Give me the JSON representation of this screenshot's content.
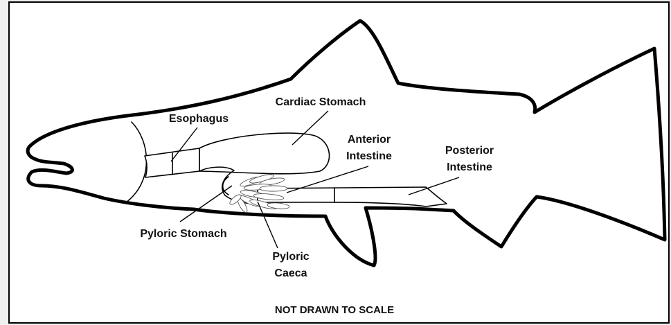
{
  "diagram": {
    "labels": {
      "esophagus": "Esophagus",
      "cardiac_stomach": "Cardiac Stomach",
      "anterior_intestine_1": "Anterior",
      "anterior_intestine_2": "Intestine",
      "posterior_intestine_1": "Posterior",
      "posterior_intestine_2": "Intestine",
      "pyloric_stomach": "Pyloric Stomach",
      "pyloric_caeca_1": "Pyloric",
      "pyloric_caeca_2": "Caeca"
    },
    "footer_note": "NOT DRAWN TO SCALE"
  }
}
